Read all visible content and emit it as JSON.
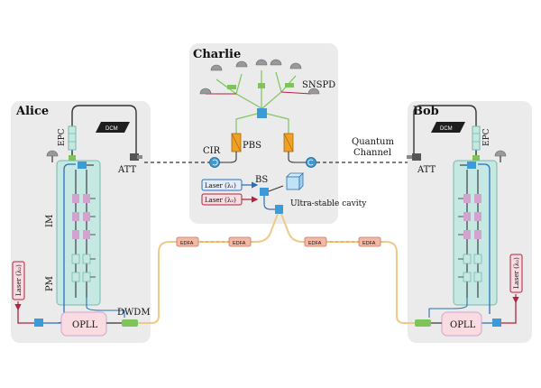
{
  "figure": {
    "nodes": {
      "alice": "Alice",
      "bob": "Bob",
      "charlie": "Charlie"
    },
    "labels": {
      "epc": "EPC",
      "dcm": "DCM",
      "att": "ATT",
      "im": "IM",
      "pm": "PM",
      "opll": "OPLL",
      "dwdm": "DWDM",
      "edfa": "EDFA",
      "cir": "CIR",
      "pbs": "PBS",
      "snspd": "SNSPD",
      "bs": "BS",
      "quantum_channel_line1": "Quantum",
      "quantum_channel_line2": "Channel",
      "laser_l1": "Laser (λ₁)",
      "laser_l2": "Laser (λ₂)",
      "ultra_stable_cavity": "Ultra-stable cavity"
    }
  },
  "colors": {
    "panel_bg": "#ebebeb",
    "modulator_box": "#c6e8e2",
    "modulator_border": "#77b8ae",
    "fiber_dark": "#333333",
    "fiber_blue": "#2a6fb8",
    "fiber_red": "#b0243f",
    "fiber_orange": "#f0c98a",
    "coupler_blue": "#3c9ad6",
    "orange_pbs": "#f0a024",
    "green_component": "#7fc45a",
    "purple_component": "#d3a3cf",
    "opll_bg": "#f9dbe2",
    "edfa_bg": "#f4b9a5"
  }
}
